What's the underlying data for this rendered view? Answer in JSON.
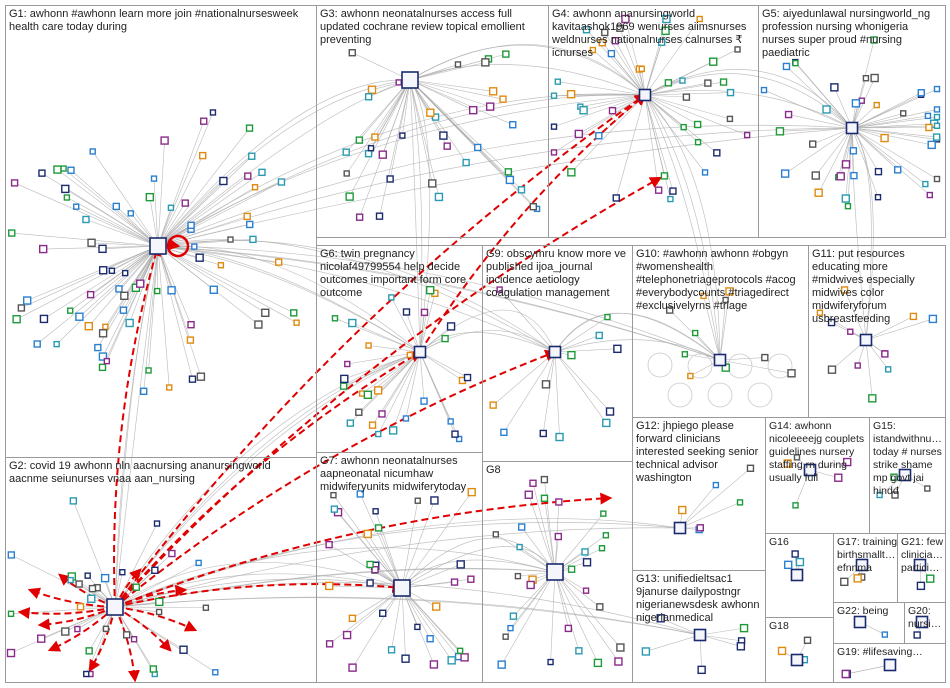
{
  "groups": [
    {
      "id": "G1",
      "label": "G1: awhonn #awhonn learn more join #nationalnursesweek health care today during"
    },
    {
      "id": "G2",
      "label": "G2: covid 19 awhonn nln aacnursing ananursingworld aacnme seiunurses vnaa aan_nursing"
    },
    {
      "id": "G3",
      "label": "G3: awhonn neonatalnurses access full updated cochrane review topical emollient preventing"
    },
    {
      "id": "G4",
      "label": "G4: awhonn ananursingworld kavitaashok1969 wenurses aiimsnurses weldnurses nationalnurses calnurses ₹ icnurses"
    },
    {
      "id": "G5",
      "label": "G5: aiyedunlawal nursingworld_ng profession nursing whonigeria nurses super proud #nursing paediatric"
    },
    {
      "id": "G6",
      "label": "G6: twin pregnancy nicolaf49799554 help decide outcomes important form core outcome"
    },
    {
      "id": "G7",
      "label": "G7: awhonn neonatalnurses aapneonatal nicumhaw midwiferyunits midwiferytoday"
    },
    {
      "id": "G8",
      "label": "G8"
    },
    {
      "id": "G9",
      "label": "G9: obscymru know more ve published ijoa_journal incidence aetiology coagulation management"
    },
    {
      "id": "G10",
      "label": "G10: #awhonn awhonn #obgyn #womenshealth #telephonetriageprotocols #acog #everybodycounts #triagedirect #exclusivelyrns #triage"
    },
    {
      "id": "G11",
      "label": "G11: put resources educating more #midwives especially midwives color midwiferyforum usbreastfeeding"
    },
    {
      "id": "G12",
      "label": "G12: jhpiego please forward clinicians interested seeking senior technical advisor washington"
    },
    {
      "id": "G13",
      "label": "G13: unifiedieltsac1 9janurse dailypostngr nigerianewsdesk awhonn nigerianmedical"
    },
    {
      "id": "G14",
      "label": "G14: awhonn nicoleeeejg couplets guidelines nursery staffing rn during usually full"
    },
    {
      "id": "G15",
      "label": "G15: istandwithnu… today # nurses strike shame mp govt jai hindđ"
    },
    {
      "id": "G16",
      "label": "G16"
    },
    {
      "id": "G17",
      "label": "G17: training birthsmallt… efnnma"
    },
    {
      "id": "G18",
      "label": "G18"
    },
    {
      "id": "G19",
      "label": "G19: #lifesaving…"
    },
    {
      "id": "G20",
      "label": "G20: nursi…"
    },
    {
      "id": "G21",
      "label": "G21: few clinicia… partici…"
    },
    {
      "id": "G22",
      "label": "G22: being"
    }
  ],
  "colors": {
    "edge": "#a8a8a8",
    "highlight_edge": "#e00000",
    "box_border": "#9a9a9a",
    "node_navy": "#1a2a6e",
    "node_blue": "#2a7fd0",
    "node_green": "#1e9a3a",
    "node_purple": "#8a2a8a",
    "node_orange": "#e08a10"
  }
}
